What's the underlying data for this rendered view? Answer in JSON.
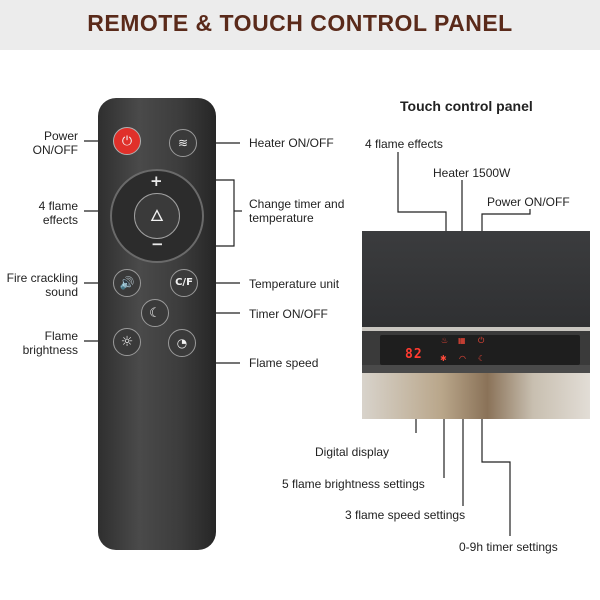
{
  "title": "REMOTE & TOUCH CONTROL PANEL",
  "remote": {
    "labels": {
      "power": "Power\nON/OFF",
      "heater": "Heater ON/OFF",
      "flame_effects": "4 flame\neffects",
      "change_timer": "Change timer and\ntemperature",
      "fire_sound": "Fire crackling\nsound",
      "temp_unit": "Temperature unit",
      "timer": "Timer ON/OFF",
      "brightness": "Flame\nbrightness",
      "flame_speed": "Flame speed"
    },
    "buttons": {
      "plus": "+",
      "minus": "−",
      "unit": "C/F"
    }
  },
  "touch_panel": {
    "title": "Touch control panel",
    "labels": {
      "flame_effects": "4 flame effects",
      "heater": "Heater 1500W",
      "power": "Power ON/OFF",
      "digital_display": "Digital display",
      "brightness": "5 flame brightness settings",
      "speed": "3 flame speed settings",
      "timer": "0-9h timer settings"
    },
    "display_value": "82"
  },
  "colors": {
    "title": "#5a2a1a",
    "power_button": "#e0302a",
    "led": "#ff3b30"
  }
}
